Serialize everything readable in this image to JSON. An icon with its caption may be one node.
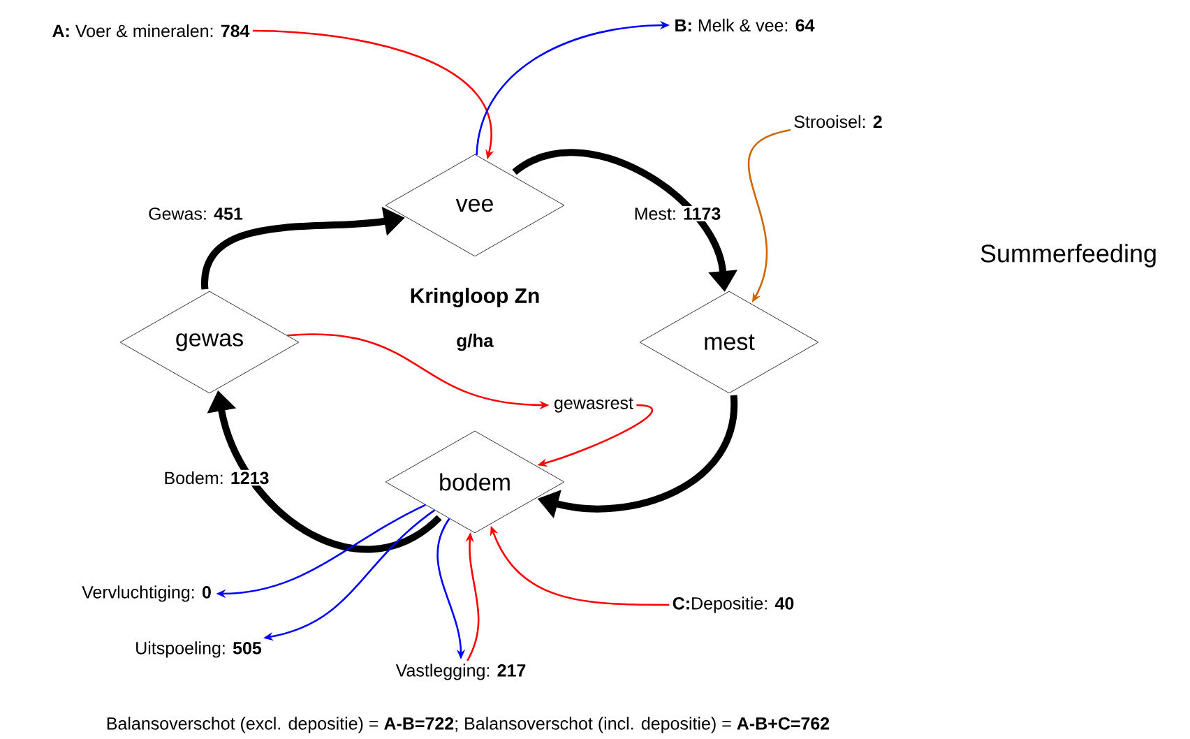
{
  "diagram": {
    "title": "Kringloop Zn",
    "nodes": [
      {
        "text": [
          "vee"
        ]
      },
      {
        "text": [
          "gewas"
        ]
      },
      {
        "text": [
          "mest"
        ]
      },
      {
        "text": [
          "bodem"
        ]
      },
      {
        "text": [
          "**A:** Voer & mineralen: **784**"
        ]
      },
      {
        "text": [
          "**B:** Melk & vee: **64**"
        ]
      },
      {
        "text": [
          "Strooisel: **2**"
        ]
      },
      {
        "text": [
          "gewasrest"
        ]
      },
      {
        "text": [
          "**C:**Depositie: **40**"
        ]
      },
      {
        "text": [
          "Vervluchtiging: **0**"
        ]
      },
      {
        "text": [
          "Uitspoeling: **505**"
        ]
      },
      {
        "text": [
          "Vastlegging: **217**"
        ]
      }
    ],
    "edges": [
      {
        "from": 1,
        "to": 0,
        "arrow": "to",
        "label": "Gewas: **451**",
        "style": "thick",
        "color": "#000000"
      },
      {
        "from": 0,
        "to": 2,
        "arrow": "to",
        "label": "Mest: **1173**",
        "style": "thick",
        "color": "#000000"
      },
      {
        "from": 2,
        "to": 3,
        "arrow": "to",
        "style": "thick",
        "color": "#000000"
      },
      {
        "from": 3,
        "to": 1,
        "arrow": "to",
        "label": "Bodem: **1213**",
        "style": "thick",
        "color": "#000000"
      },
      {
        "from": 4,
        "to": 0,
        "arrow": "to"
      },
      {
        "from": 0,
        "to": 5,
        "arrow": "to",
        "color": "#0000ff"
      },
      {
        "from": 6,
        "to": 2,
        "arrow": "to",
        "color": "#cc6600"
      },
      {
        "from": 1,
        "to": 7,
        "arrow": "to"
      },
      {
        "from": 7,
        "to": 3,
        "arrow": "to"
      },
      {
        "from": 8,
        "to": 3,
        "arrow": "to"
      },
      {
        "from": 11,
        "to": 3,
        "arrow": "to"
      },
      {
        "from": 3,
        "to": 9,
        "arrow": "to",
        "color": "#0000ff"
      },
      {
        "from": 3,
        "to": 10,
        "arrow": "to",
        "color": "#0000ff"
      },
      {
        "from": 3,
        "to": 11,
        "arrow": "to",
        "color": "#0000ff"
      }
    ],
    "labels": [
      "g/ha",
      "Summerfeeding",
      "Balansoverschot (excl. depositie) = **A-B=722**; Balansoverschot (incl. depositie) = **A-B+C=762**"
    ]
  }
}
